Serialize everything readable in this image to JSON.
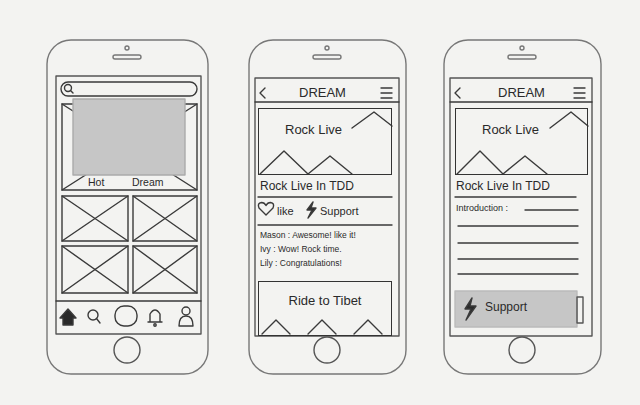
{
  "diagram": {
    "nodes": [
      {
        "text": [
          "Hot",
          "Dream"
        ]
      },
      {
        "text": [
          "Rock Live"
        ]
      },
      {
        "text": [
          "Ride to Tibet"
        ]
      },
      {
        "text": [
          "Rock Live"
        ]
      },
      {
        "text": [
          "Support"
        ]
      }
    ],
    "labels": [
      "DREAM",
      "Rock Live In TDD",
      "like",
      "Support",
      "Mason : Awesome! like it!",
      "Ivy : Wow! Rock time.",
      "Lily : Congratulations!",
      "DREAM",
      "Rock Live In TDD",
      "Introduction :"
    ]
  }
}
